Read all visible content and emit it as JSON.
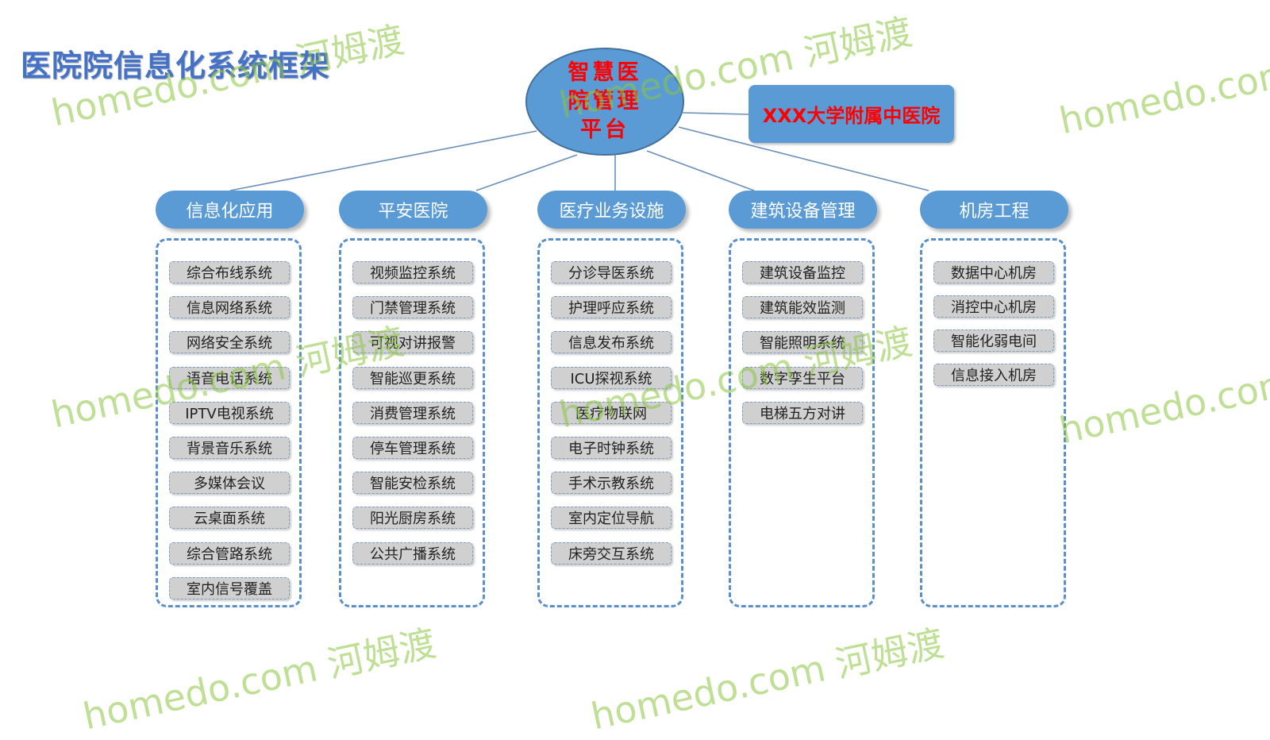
{
  "title": "医院院信息化系统框架",
  "hub": "智慧医院管理平台",
  "hospital": "XXX大学附属中医院",
  "watermark": "homedo.com 河姆渡",
  "columns": [
    {
      "label": "信息化应用",
      "items": [
        "综合布线系统",
        "信息网络系统",
        "网络安全系统",
        "语音电话系统",
        "IPTV电视系统",
        "背景音乐系统",
        "多媒体会议",
        "云桌面系统",
        "综合管路系统",
        "室内信号覆盖"
      ]
    },
    {
      "label": "平安医院",
      "items": [
        "视频监控系统",
        "门禁管理系统",
        "可视对讲报警",
        "智能巡更系统",
        "消费管理系统",
        "停车管理系统",
        "智能安检系统",
        "阳光厨房系统",
        "公共广播系统"
      ]
    },
    {
      "label": "医疗业务设施",
      "items": [
        "分诊导医系统",
        "护理呼应系统",
        "信息发布系统",
        "ICU探视系统",
        "医疗物联网",
        "电子时钟系统",
        "手术示教系统",
        "室内定位导航",
        "床旁交互系统"
      ]
    },
    {
      "label": "建筑设备管理",
      "items": [
        "建筑设备监控",
        "建筑能效监测",
        "智能照明系统",
        "数字孪生平台",
        "电梯五方对讲"
      ]
    },
    {
      "label": "机房工程",
      "items": [
        "数据中心机房",
        "消控中心机房",
        "智能化弱电间",
        "信息接入机房"
      ]
    }
  ]
}
